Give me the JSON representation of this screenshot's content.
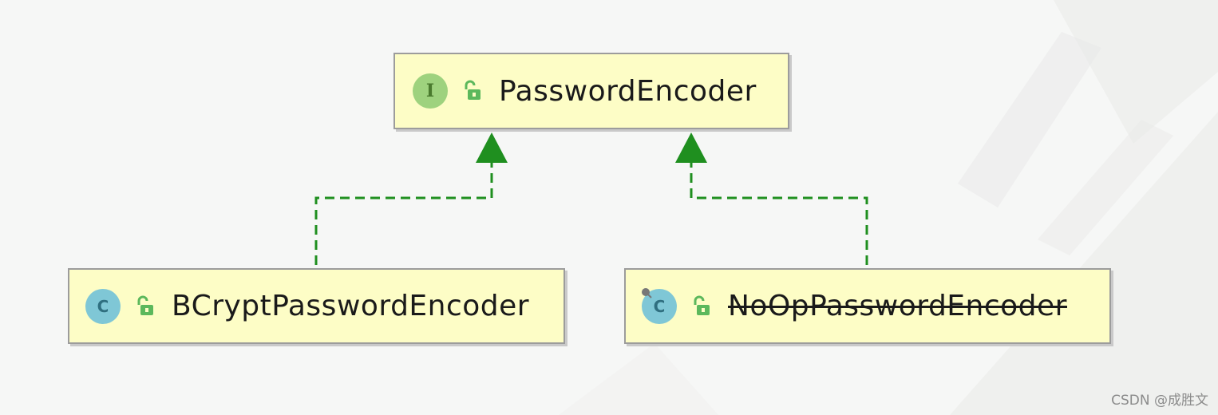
{
  "diagram": {
    "nodes": {
      "password_encoder": {
        "kind_letter": "I",
        "kind": "interface",
        "visibility": "public",
        "name": "PasswordEncoder",
        "deprecated": false
      },
      "bcrypt": {
        "kind_letter": "C",
        "kind": "class",
        "visibility": "public",
        "name": "BCryptPasswordEncoder",
        "deprecated": false
      },
      "noop": {
        "kind_letter": "C",
        "kind": "class",
        "visibility": "public",
        "name": "NoOpPasswordEncoder",
        "deprecated": true
      }
    },
    "edges": [
      {
        "from": "BCryptPasswordEncoder",
        "to": "PasswordEncoder",
        "type": "implements",
        "style": "dashed"
      },
      {
        "from": "NoOpPasswordEncoder",
        "to": "PasswordEncoder",
        "type": "implements",
        "style": "dashed"
      }
    ],
    "colors": {
      "arrow": "#1f8f1f",
      "box_fill": "#fdfdc6",
      "box_border": "#9c9c9c",
      "interface_badge": "#9ed27e",
      "class_badge": "#7fc7d6",
      "visibility_icon": "#5cb85c"
    },
    "icons": {
      "interface_badge": "interface-icon",
      "class_badge": "class-icon",
      "visibility": "unlocked-padlock-icon",
      "deprecated_marker": "deprecated-pin-icon"
    }
  },
  "watermark": "CSDN @成胜文"
}
